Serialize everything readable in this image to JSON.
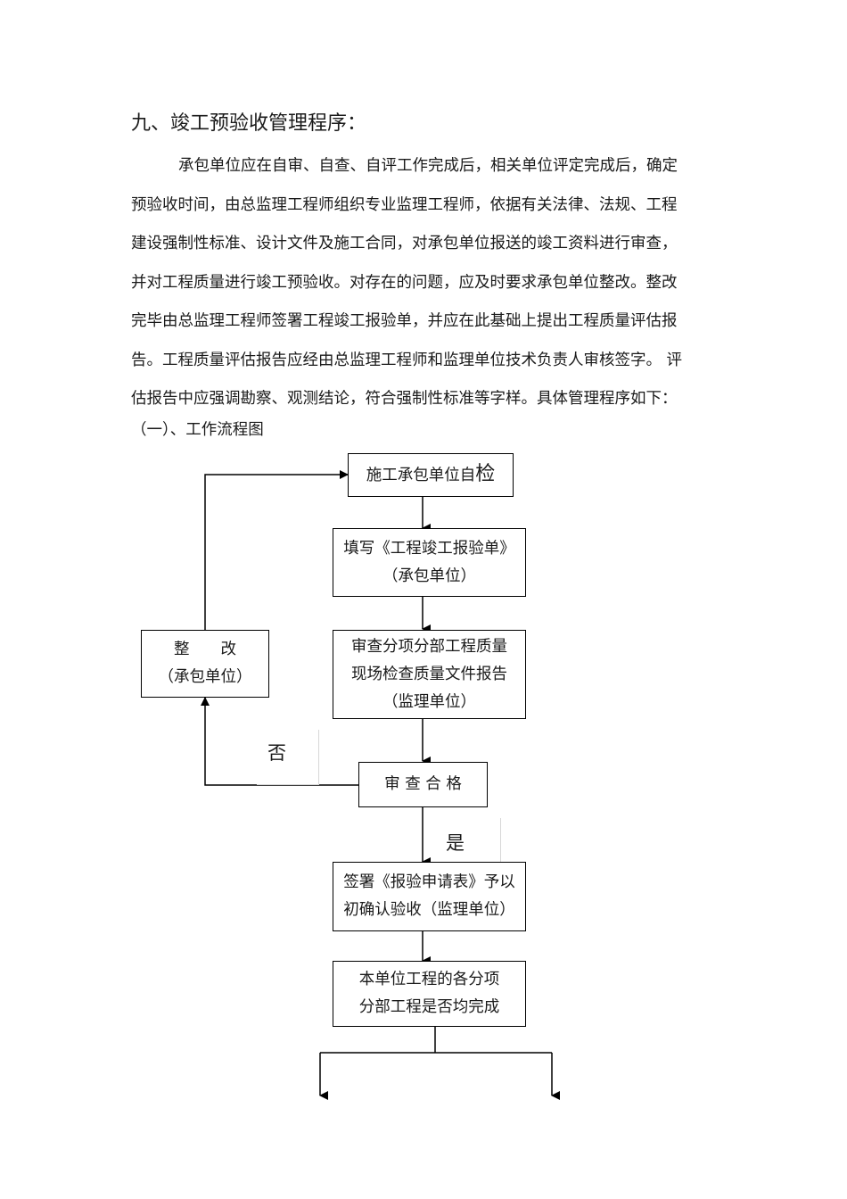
{
  "heading": "九、竣工预验收管理程序：",
  "paragraph_lines": [
    "承包单位应在自审、自查、自评工作完成后，相关单位评定完成后，确定",
    "预验收时间，由总监理工程师组织专业监理工程师，依据有关法律、法规、工程",
    "建设强制性标准、设计文件及施工合同，对承包单位报送的竣工资料进行审查，",
    "并对工程质量进行竣工预验收。对存在的问题，应及时要求承包单位整改。整改",
    "完毕由总监理工程师签署工程竣工报验单，并应在此基础上提出工程质量评估报",
    "告。工程质量评估报告应经由总监理工程师和监理单位技术负责人审核签字。 评",
    "估报告中应强调勘察、观测结论，符合强制性标准等字样。具体管理程序如下："
  ],
  "subheading": "（一）、工作流程图",
  "flow": {
    "self_check": {
      "text": "施工承包单位自",
      "big": "检"
    },
    "fill_form": {
      "line1": "填写《工程竣工报验单》",
      "line2": "（承包单位）"
    },
    "review": {
      "line1": "审查分项分部工程质量",
      "line2": "现场检查质量文件报告",
      "line3": "（监理单位）"
    },
    "qualified": "审 查 合 格",
    "rectify": {
      "line1": "整　　改",
      "line2": "（承包单位）"
    },
    "no_label": "否",
    "yes_label": "是",
    "sign": {
      "line1": "签署《报验申请表》予以",
      "line2": "初确认验收（监理单位）"
    },
    "complete": {
      "line1": "本单位工程的各分项",
      "line2": "分部工程是否均完成"
    }
  }
}
